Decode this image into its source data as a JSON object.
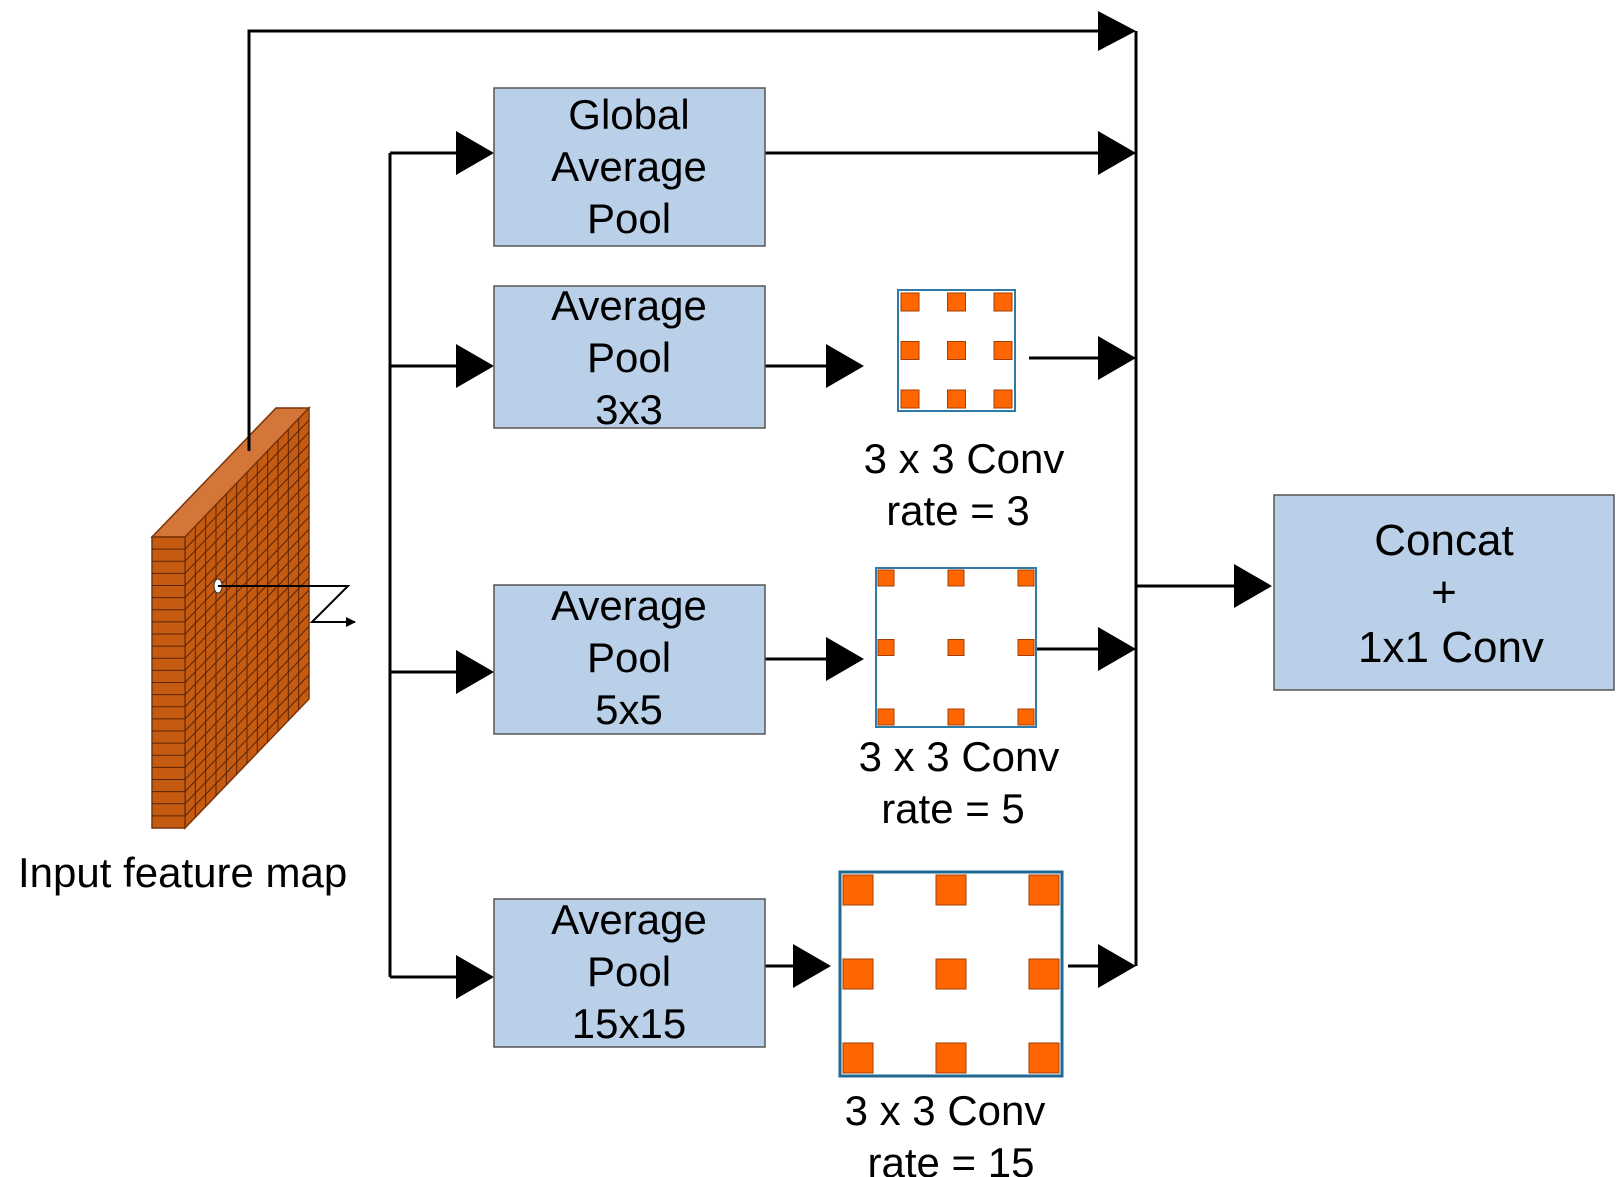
{
  "diagram": {
    "input_label": "Input feature map",
    "blocks": {
      "global_pool": [
        "Global",
        "Average",
        "Pool"
      ],
      "pool_3": [
        "Average",
        "Pool",
        "3x3"
      ],
      "pool_5": [
        "Average",
        "Pool",
        "5x5"
      ],
      "pool_15": [
        "Average",
        "Pool",
        "15x15"
      ],
      "concat": [
        "Concat",
        "+",
        "1x1 Conv"
      ]
    },
    "convs": {
      "conv_3": [
        "3 x 3 Conv",
        "rate = 3"
      ],
      "conv_5": [
        "3 x 3 Conv",
        "rate = 5"
      ],
      "conv_15": [
        "3 x 3 Conv",
        "rate = 15"
      ]
    }
  },
  "colors": {
    "block_fill": "#b9d0e8",
    "block_stroke": "#555555",
    "feature_map_front": "#c55a11",
    "feature_map_side": "#d4763a",
    "kernel_dot": "#ff6600",
    "kernel_dot_stroke": "#a33d00",
    "kernel_frame": "#2e7aa8",
    "arrow": "#000000"
  }
}
